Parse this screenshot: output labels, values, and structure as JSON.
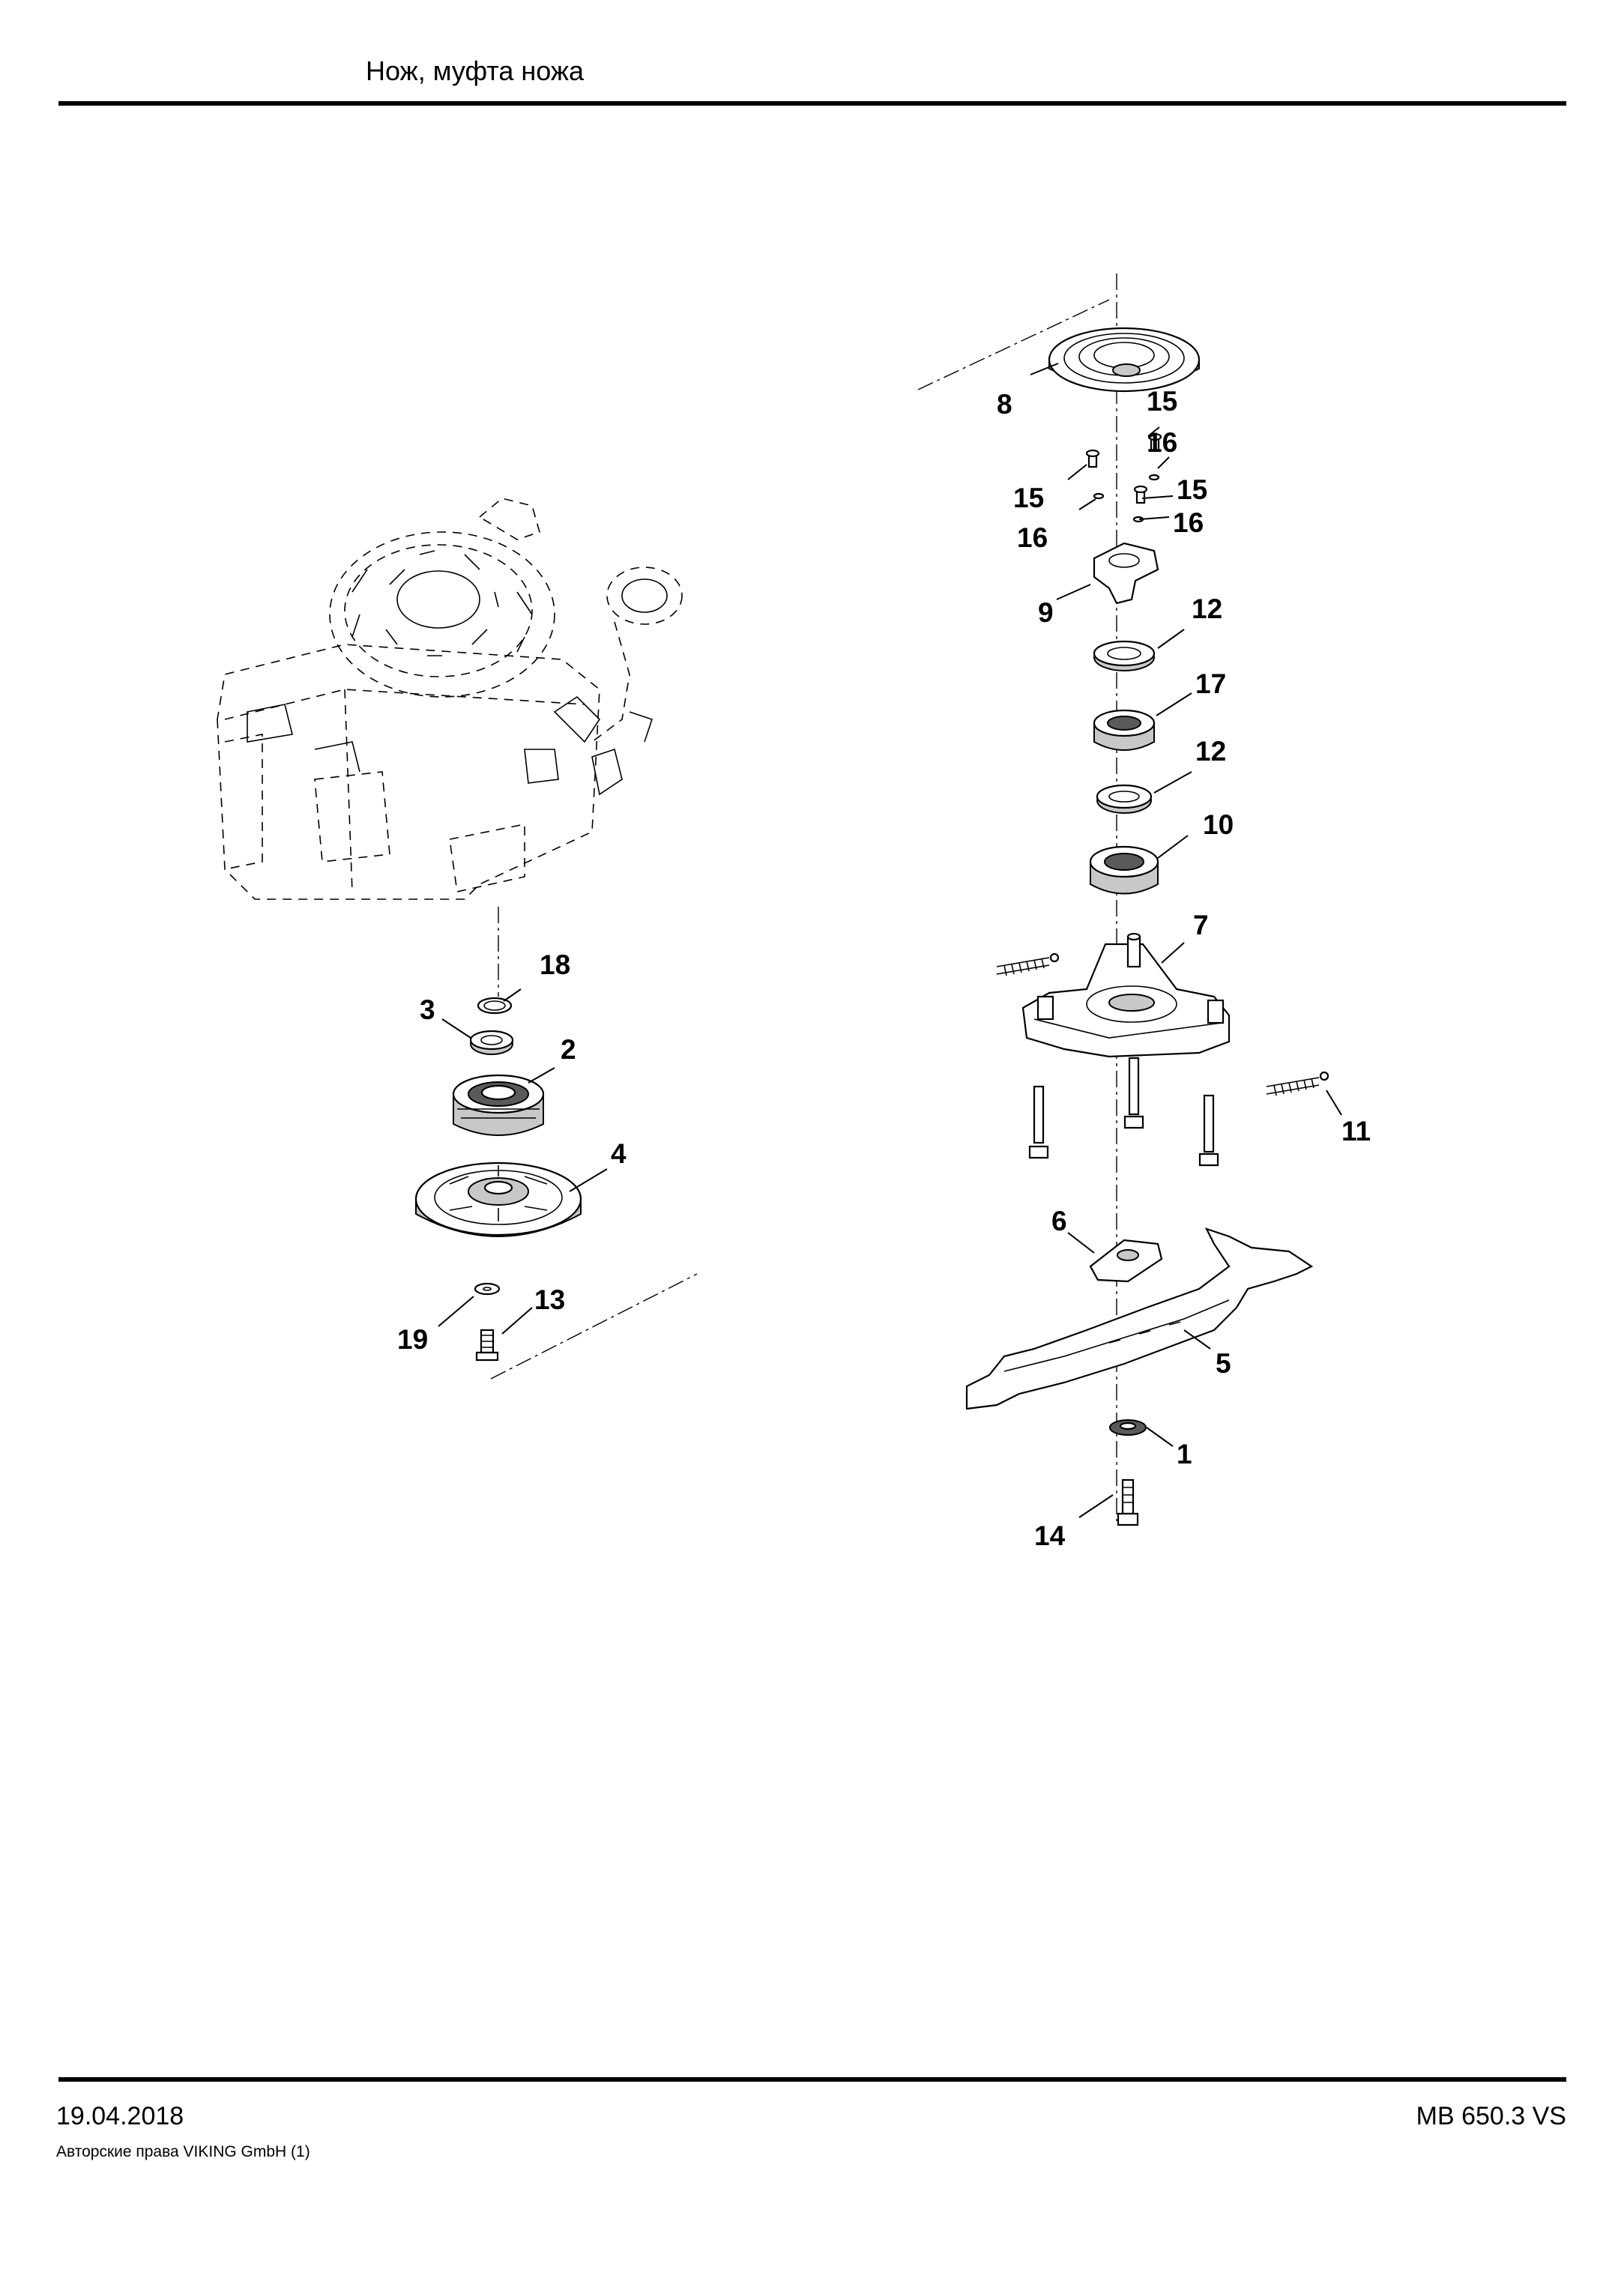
{
  "header": {
    "title": "Нож, муфта ножа"
  },
  "footer": {
    "date": "19.04.2018",
    "model": "MB 650.3 VS",
    "copyright": "Авторские права VIKING GmbH  (1)"
  },
  "diagram": {
    "callouts": [
      {
        "id": "c1",
        "text": "1"
      },
      {
        "id": "c2",
        "text": "2"
      },
      {
        "id": "c3",
        "text": "3"
      },
      {
        "id": "c4",
        "text": "4"
      },
      {
        "id": "c5",
        "text": "5"
      },
      {
        "id": "c6",
        "text": "6"
      },
      {
        "id": "c7",
        "text": "7"
      },
      {
        "id": "c8",
        "text": "8"
      },
      {
        "id": "c9",
        "text": "9"
      },
      {
        "id": "c10",
        "text": "10"
      },
      {
        "id": "c11",
        "text": "11"
      },
      {
        "id": "c12a",
        "text": "12"
      },
      {
        "id": "c12b",
        "text": "12"
      },
      {
        "id": "c13",
        "text": "13"
      },
      {
        "id": "c14",
        "text": "14"
      },
      {
        "id": "c15a",
        "text": "15"
      },
      {
        "id": "c15b",
        "text": "15"
      },
      {
        "id": "c15c",
        "text": "15"
      },
      {
        "id": "c16a",
        "text": "16"
      },
      {
        "id": "c16b",
        "text": "16"
      },
      {
        "id": "c16c",
        "text": "16"
      },
      {
        "id": "c17",
        "text": "17"
      },
      {
        "id": "c18",
        "text": "18"
      },
      {
        "id": "c19",
        "text": "19"
      }
    ]
  }
}
